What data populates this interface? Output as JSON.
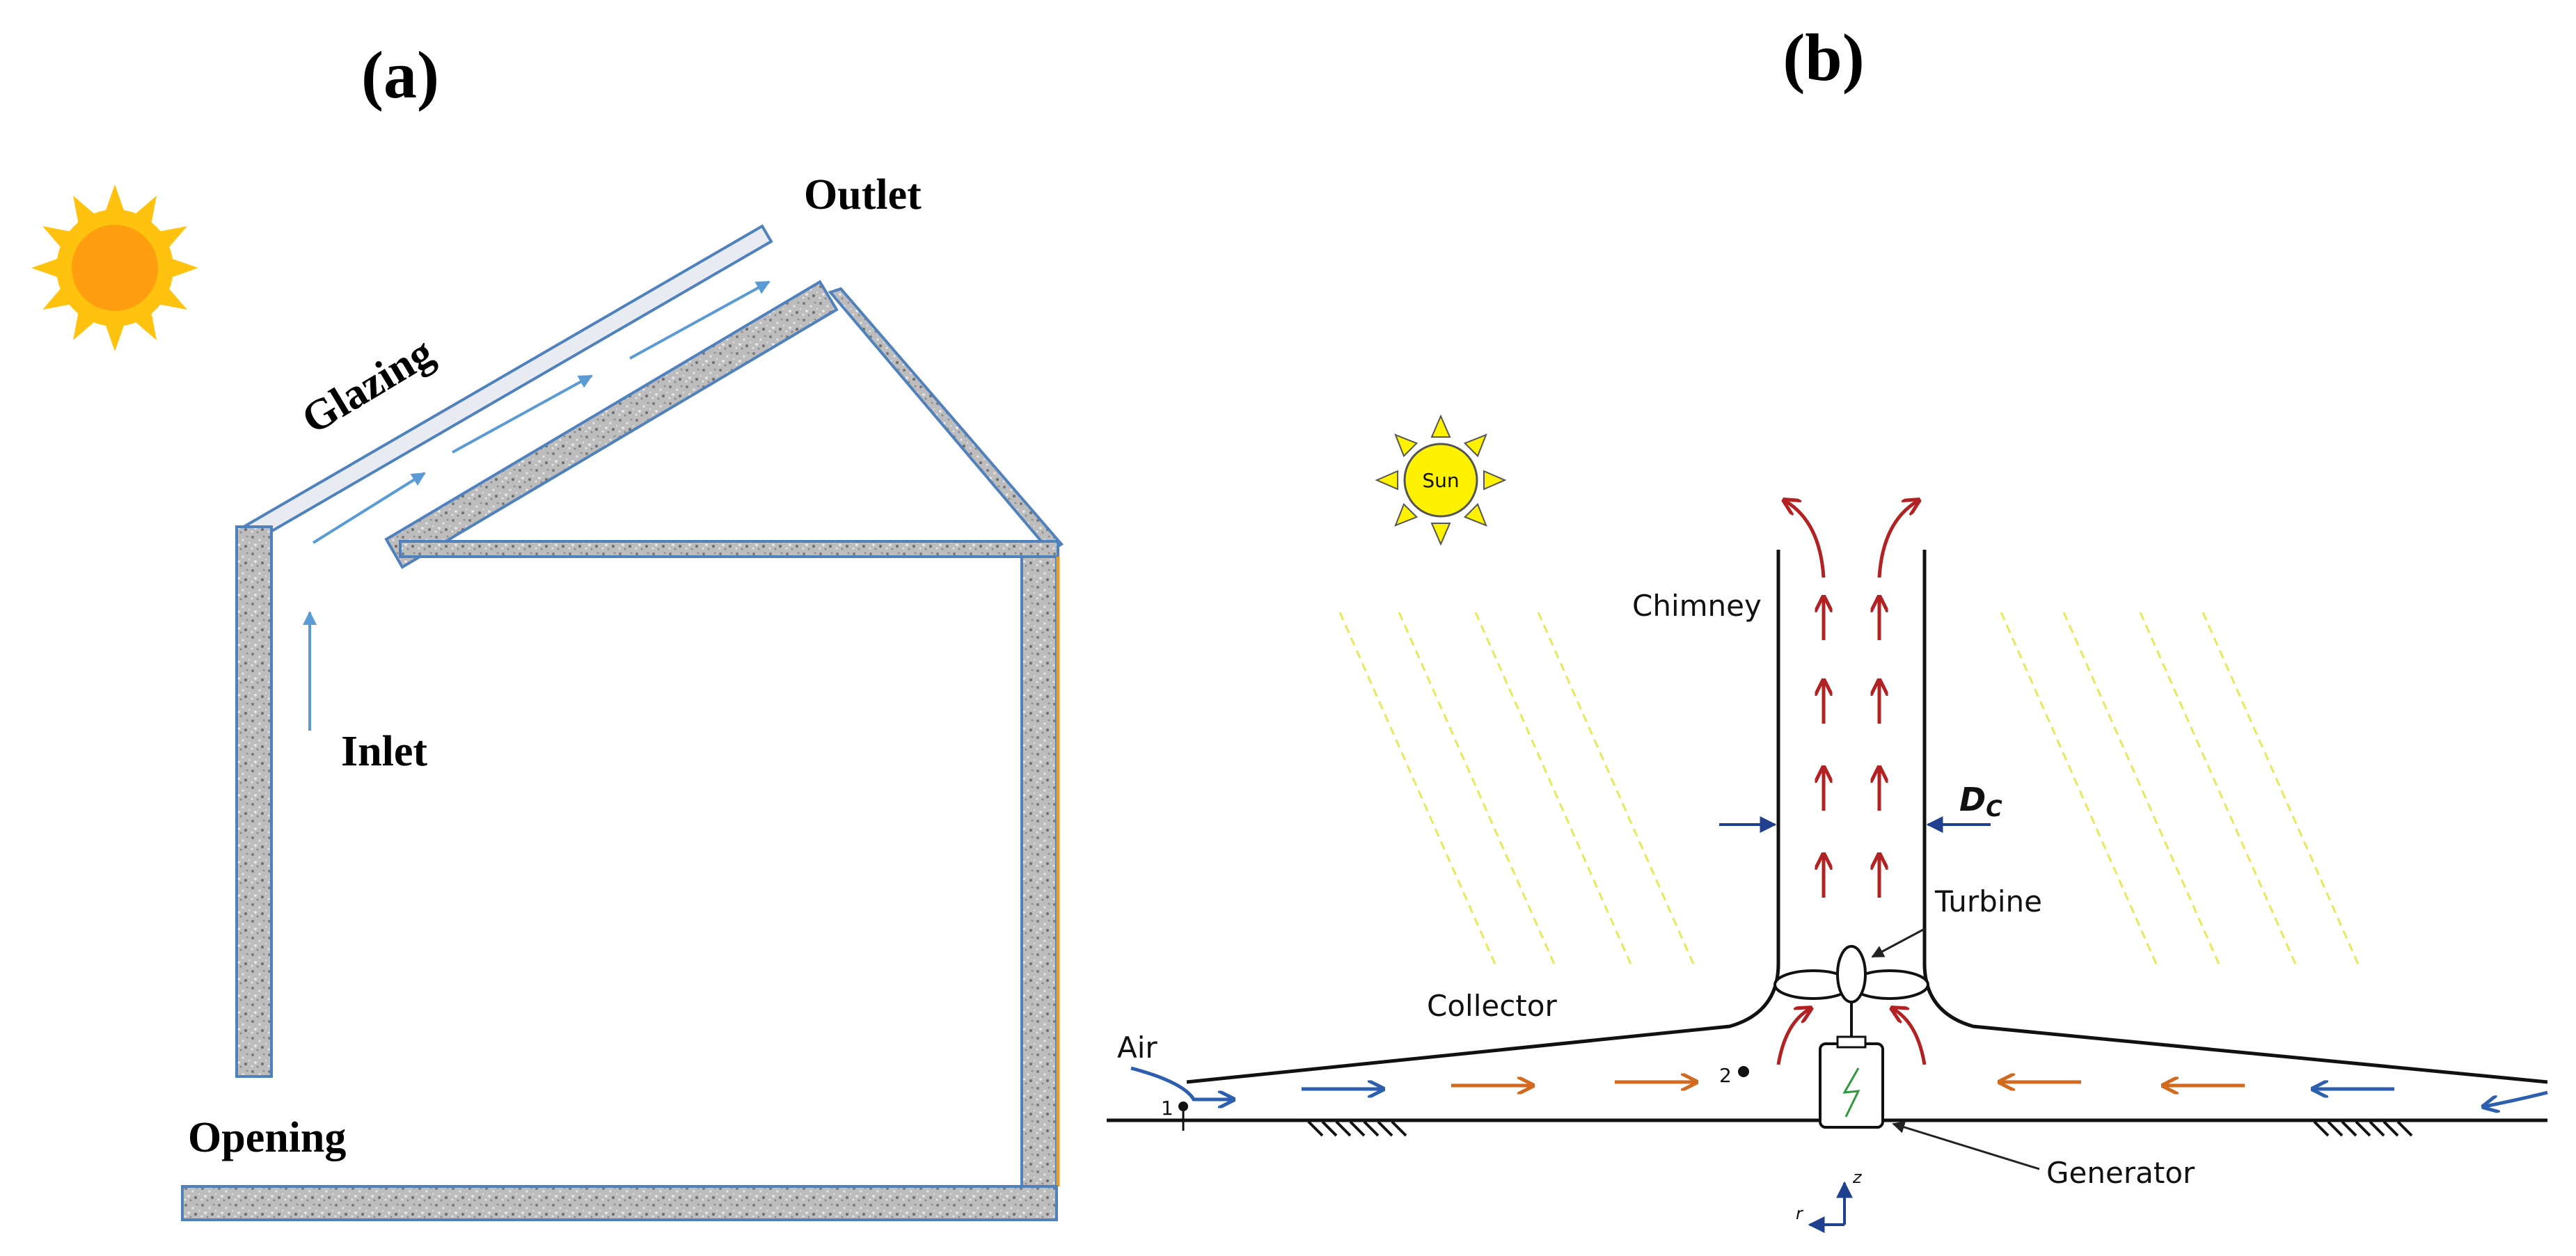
{
  "panels": {
    "a": {
      "letter": "(a)",
      "labels": {
        "outlet": "Outlet",
        "glazing": "Glazing",
        "inlet": "Inlet",
        "opening": "Opening"
      }
    },
    "b": {
      "letter": "(b)",
      "labels": {
        "sun": "Sun",
        "chimney": "Chimney",
        "diameter_main": "D",
        "diameter_sub": "C",
        "turbine": "Turbine",
        "collector": "Collector",
        "air": "Air",
        "point_1": "1",
        "point_2": "2",
        "generator": "Generator",
        "axis_z": "z",
        "axis_r": "r"
      }
    }
  },
  "colors": {
    "sun_outer": "#FFC20E",
    "sun_inner": "#FF9F0F",
    "wall_fill": "#C8C8C8",
    "wall_border": "#4F81BD",
    "flow_blue": "#5B9BD5",
    "flow_dark_blue": "#2E5FAF",
    "flow_orange": "#D2691E",
    "flow_red": "#B22222",
    "rays_yellow": "#E8E85A",
    "small_sun_fill": "#FFF200",
    "orange_trim": "#E0A030"
  }
}
